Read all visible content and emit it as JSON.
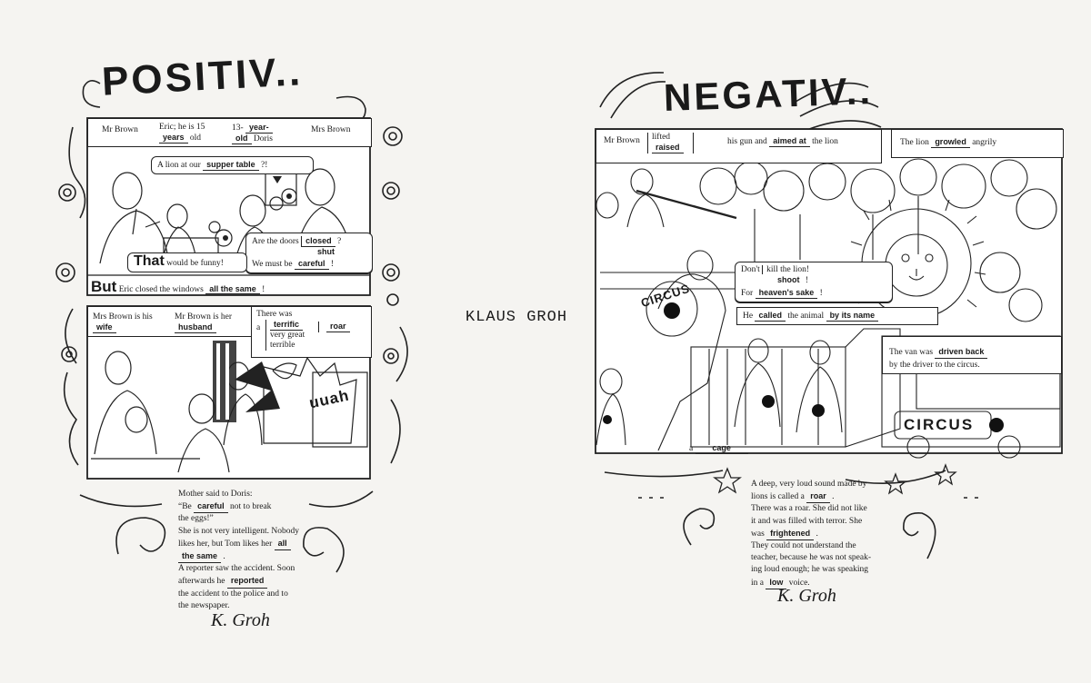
{
  "positiv": {
    "title": "POSITIV..",
    "panel1": {
      "cap_mr_brown": "Mr Brown",
      "cap_eric_1": "Eric; he is 15",
      "cap_eric_fill": "years",
      "cap_eric_2": "old",
      "cap_doris_1": "13-",
      "cap_doris_fill1": "year-",
      "cap_doris_fill2": "old",
      "cap_doris_2": "Doris",
      "cap_mrs_brown": "Mrs Brown",
      "bubble_lion_1": "A lion at our",
      "bubble_lion_fill": "supper table",
      "bubble_lion_2": "?!",
      "bubble_doors_1": "Are the doors",
      "bubble_doors_opt1": "closed",
      "bubble_doors_opt2": "shut",
      "bubble_doors_q": "?",
      "bubble_careful_1": "We must be",
      "bubble_careful_fill": "careful",
      "bubble_careful_2": "!",
      "bubble_funny_big": "That",
      "bubble_funny": "would be funny!",
      "but_big": "But",
      "but_text": "Eric closed the windows",
      "but_fill": "all the same",
      "but_end": "!"
    },
    "panel2": {
      "cap_wife_1": "Mrs Brown is his",
      "cap_wife_fill": "wife",
      "cap_husband_1": "Mr Brown is her",
      "cap_husband_fill": "husband",
      "cap_there": "There was",
      "cap_a": "a",
      "cap_terrific": "terrific",
      "cap_verygreat": "very great",
      "cap_terrible": "terrible",
      "cap_roar": "roar",
      "sound": "uuah"
    },
    "text_lines": [
      "Mother said to Doris:",
      "“Be",
      "not to break",
      "the eggs!”",
      "She is not very intelligent. Nobody",
      "likes her, but Tom likes her",
      "A reporter saw the accident. Soon",
      "afterwards he",
      "the accident to the police and to",
      "the newspaper."
    ],
    "fills": {
      "careful": "careful",
      "all": "all",
      "the_same": "the same",
      "reported": "reported"
    },
    "signature": "K. Groh"
  },
  "author": "KLAUS GROH",
  "negativ": {
    "title": "NEGATIV..",
    "cap_mr_brown": "Mr Brown",
    "cap_lifted": "lifted",
    "cap_raised": "raised",
    "cap_gun_1": "his gun and",
    "cap_gun_fill": "aimed at",
    "cap_gun_2": "the lion",
    "cap_lion_1": "The lion",
    "cap_lion_fill": "growled",
    "cap_lion_2": "angrily",
    "bubble_dont": "Don't",
    "bubble_kill": "kill the lion!",
    "bubble_shoot": "shoot",
    "bubble_shoot_end": "!",
    "bubble_for": "For",
    "bubble_heaven": "heaven's sake",
    "bubble_heaven_end": "!",
    "bubble_he": "He",
    "bubble_called": "called",
    "bubble_animal": "the animal",
    "bubble_byname": "by its name",
    "circus": "CIRCUS",
    "van_1": "The van was",
    "van_fill": "driven back",
    "van_2": "by the driver to the circus.",
    "cage_a": "a",
    "cage_fill": "cage",
    "text_lines": [
      "A deep, very loud sound made by",
      "lions is called a",
      "There was a roar. She did not like",
      "it and was filled with terror. She",
      "was",
      "They could not understand the",
      "teacher, because he was not speak-",
      "ing loud enough; he was speaking",
      "in a",
      "voice."
    ],
    "fills": {
      "roar": "roar",
      "frightened": "frightened",
      "low": "low"
    },
    "signature": "K. Groh"
  }
}
